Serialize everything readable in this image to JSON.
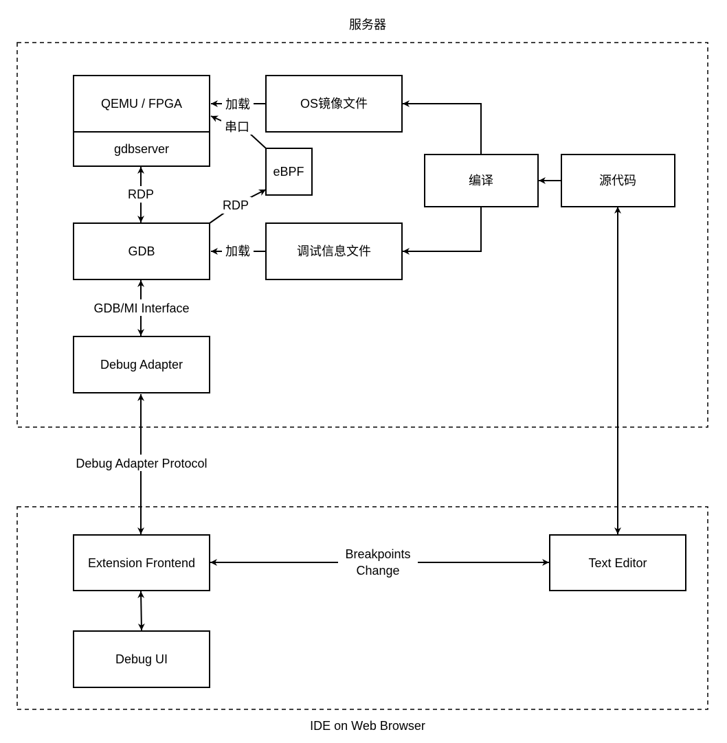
{
  "groups": {
    "server": "服务器",
    "ide": "IDE on Web Browser"
  },
  "nodes": {
    "qemu": "QEMU / FPGA",
    "gdbserver": "gdbserver",
    "os_image": "OS镜像文件",
    "ebpf": "eBPF",
    "compile": "编译",
    "source": "源代码",
    "gdb": "GDB",
    "debug_info": "调试信息文件",
    "debug_adapter": "Debug Adapter",
    "extension_frontend": "Extension Frontend",
    "text_editor": "Text Editor",
    "debug_ui": "Debug UI"
  },
  "edges": {
    "load_os": "加载",
    "serial": "串口",
    "rdp_gdbserver": "RDP",
    "rdp_ebpf": "RDP",
    "load_debug": "加载",
    "gdbmi": "GDB/MI Interface",
    "dap": "Debug Adapter Protocol",
    "breakpoints_line1": "Breakpoints",
    "breakpoints_line2": "Change"
  }
}
